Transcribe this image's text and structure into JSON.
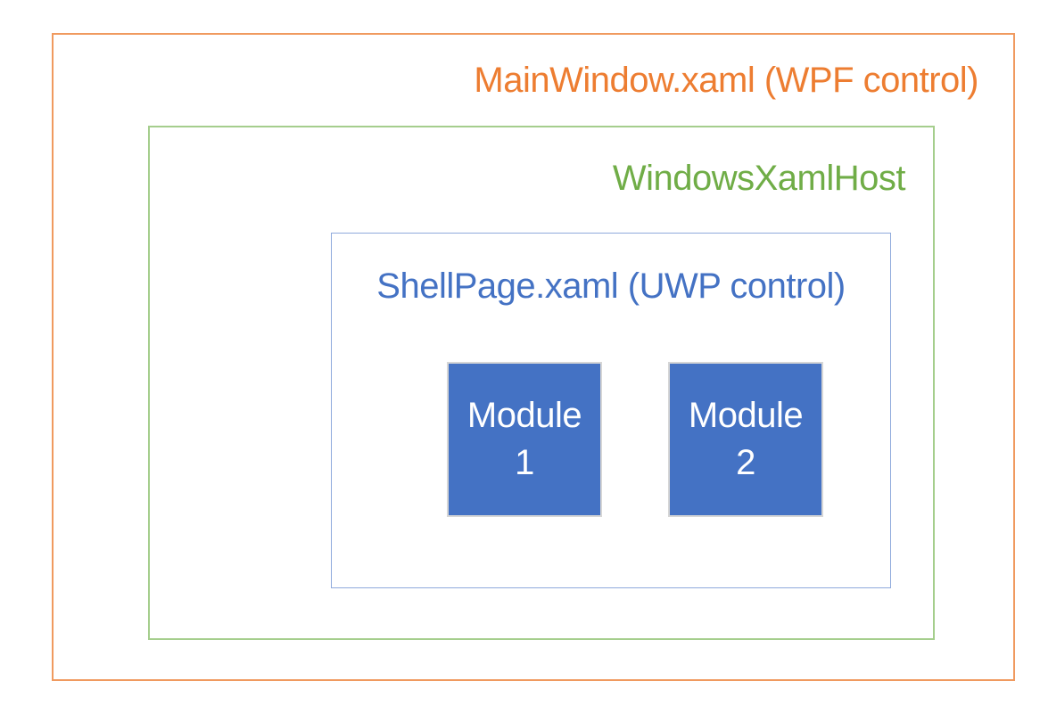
{
  "diagram": {
    "title": "WPF / UWP XAML Islands nesting diagram",
    "main_window": {
      "label": "MainWindow.xaml (WPF control)",
      "text_color": "#ED7D31",
      "border_color": "#F09A5F"
    },
    "xaml_host": {
      "label": "WindowsXamlHost",
      "text_color": "#70AD47",
      "border_color": "#A5CE8D"
    },
    "shell_page": {
      "label": "ShellPage.xaml (UWP control)",
      "text_color": "#4472C4",
      "border_color": "#8FAADC"
    },
    "modules": [
      {
        "lines": [
          "Module",
          "1"
        ]
      },
      {
        "lines": [
          "Module",
          "2"
        ]
      }
    ],
    "module_fill_color": "#4472C4",
    "module_border_color": "#D6D6D6",
    "module_text_color": "#FFFFFF",
    "background_color": "#FFFFFF"
  }
}
